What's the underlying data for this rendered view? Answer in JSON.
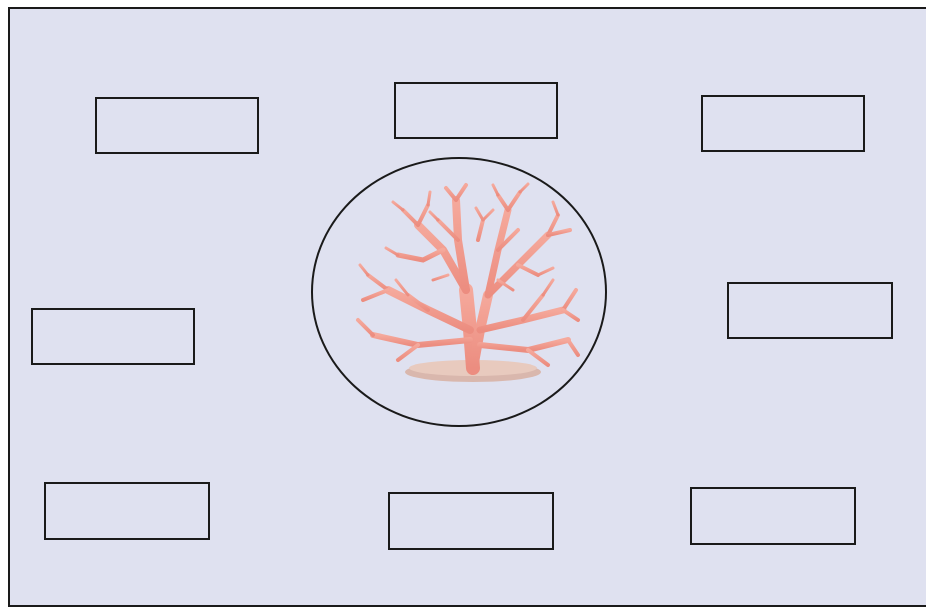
{
  "diagram": {
    "background_color": "#dfe1f0",
    "border_color": "#1a1a1a",
    "center_image": "coral-illustration",
    "coral_color": "#f2998c",
    "answer_boxes": [
      {
        "id": "top-left",
        "text": ""
      },
      {
        "id": "top-center",
        "text": ""
      },
      {
        "id": "top-right",
        "text": ""
      },
      {
        "id": "middle-left",
        "text": ""
      },
      {
        "id": "middle-right",
        "text": ""
      },
      {
        "id": "bottom-left",
        "text": ""
      },
      {
        "id": "bottom-center",
        "text": ""
      },
      {
        "id": "bottom-right",
        "text": ""
      }
    ]
  }
}
